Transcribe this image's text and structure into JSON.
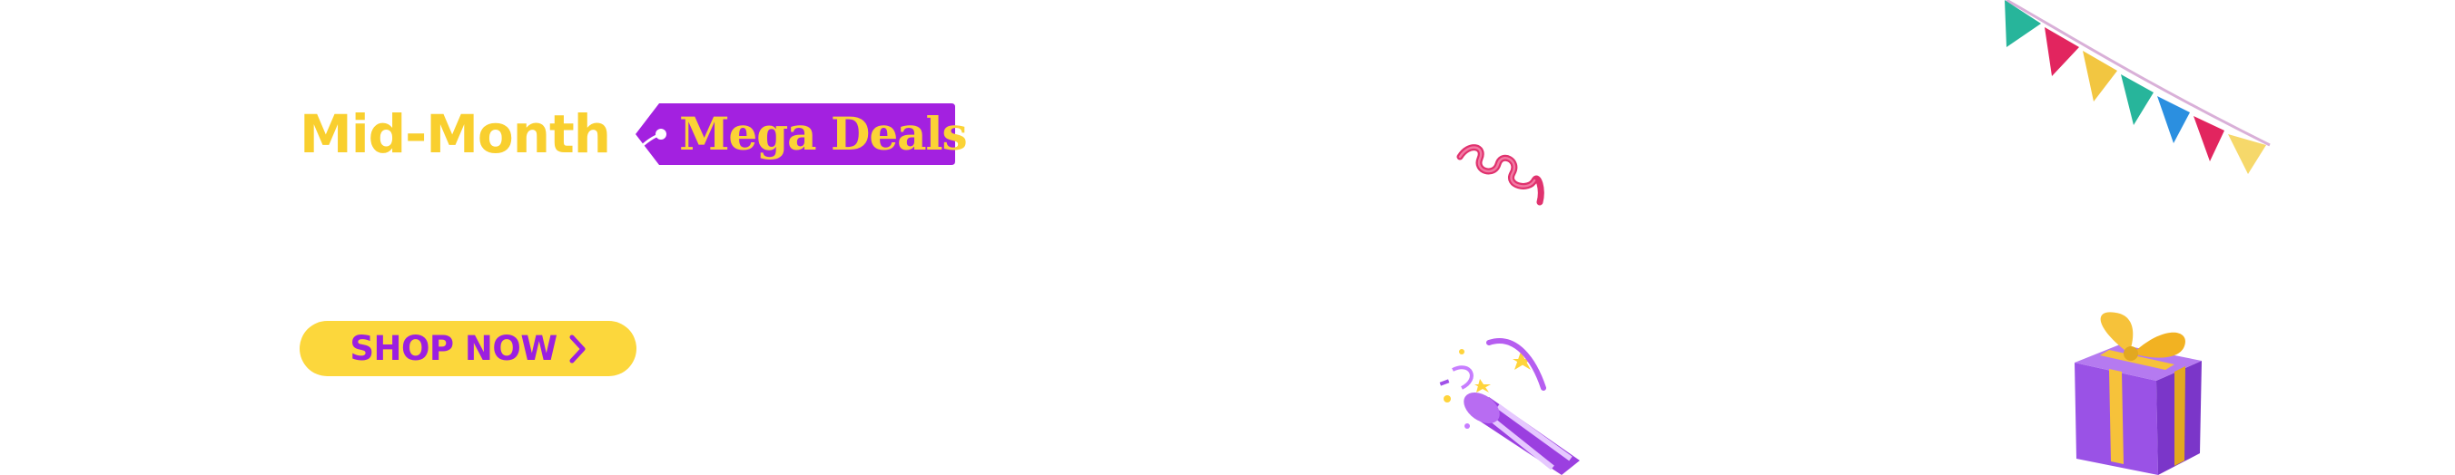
{
  "banner": {
    "headline_primary": "Mid-Month",
    "headline_tag": "Mega Deals",
    "cta_label": "SHOP NOW",
    "cta_icon": "chevron-right-icon"
  },
  "decorations": [
    "ribbon-streamer-icon",
    "bunting-flags-icon",
    "party-popper-icon",
    "gift-box-icon"
  ],
  "colors": {
    "background": "#ffffff",
    "headline": "#f9cf2e",
    "tag_background": "#a321e0",
    "tag_text": "#fbd336",
    "cta_background": "#fcd73c",
    "cta_text": "#9b1fe0",
    "accent_pink": "#e0326e"
  }
}
